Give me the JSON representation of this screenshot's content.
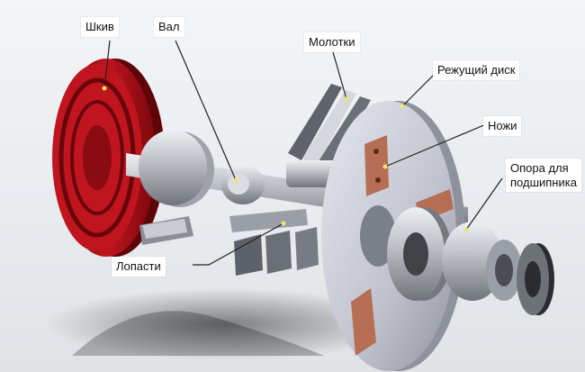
{
  "labels": {
    "pulley": "Шкив",
    "shaft": "Вал",
    "hammers": "Молотки",
    "cutting_disk": "Режущий диск",
    "knives": "Ножи",
    "bearing_support_line1": "Опора для",
    "bearing_support_line2": "подшипника",
    "blades": "Лопасти"
  },
  "colors": {
    "pulley": "#c0151e",
    "metal": "#b9bcc2",
    "disk": "#c6c9d3",
    "knife": "#b66f54",
    "leader": "#222222"
  }
}
